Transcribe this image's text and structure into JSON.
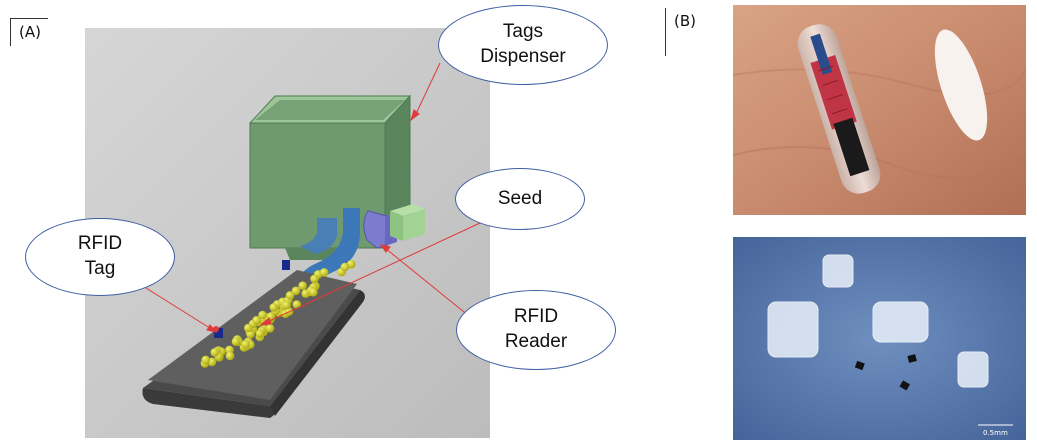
{
  "panels": {
    "a": {
      "label": "(A)"
    },
    "b": {
      "label": "(B)"
    }
  },
  "callouts": {
    "tags_dispenser": "Tags\nDispenser",
    "seed": "Seed",
    "rfid_tag": "RFID\nTag",
    "rfid_reader": "RFID\nReader"
  },
  "photos": {
    "scale_label": "0.5mm"
  },
  "colors": {
    "dispenser": "#6f9a70",
    "belt": "#5a5a5a",
    "seed": "#d9d92a",
    "tag": "#1a2a8c",
    "reader": "#7c7ccf",
    "arrow": "#e03a3a",
    "callout_border": "#3f5fa3"
  }
}
